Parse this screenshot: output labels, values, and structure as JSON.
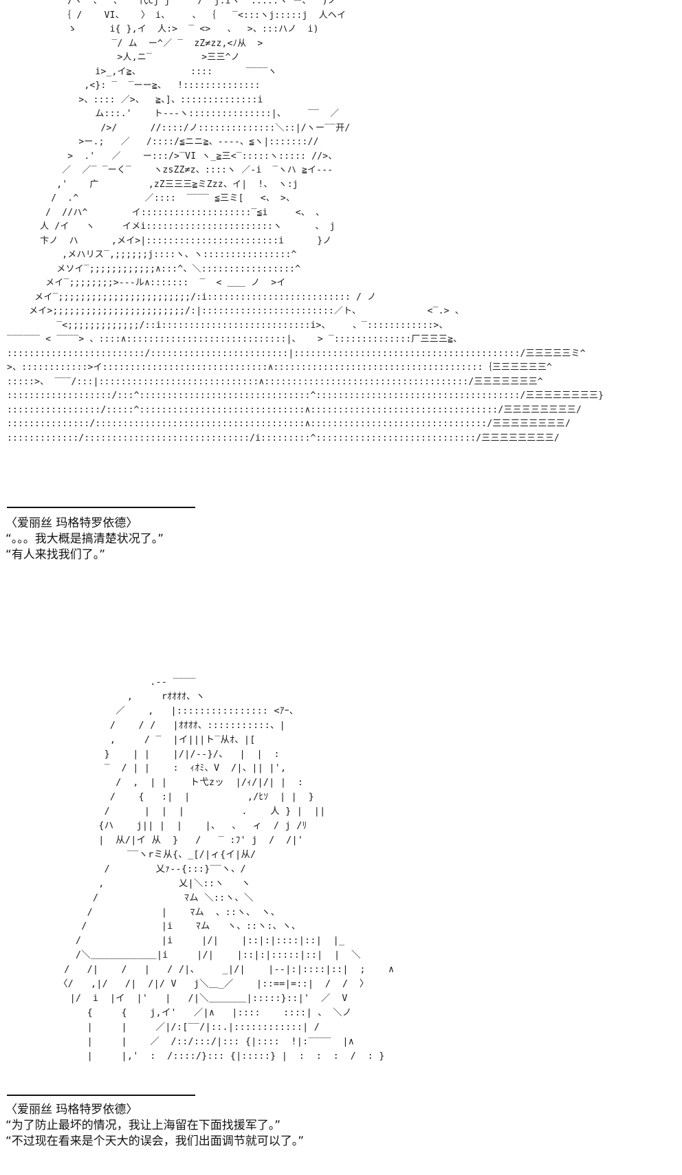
{
  "scene_1": {
    "ascii_art": [
      "           /ヽ  、  、   代cj j     /  j:iヽ ^:::::ヽ‾ー、  )ノ",
      "          ｛ /    VI、   〉 i、    、 ｛   ‾<:::ヽj:::::j  人ヘイ",
      "           ゝ      i{ },イ  人:>  ‾ <>   、  >、:::ハノ  i)",
      "                   ‾/ ム  ー^／ ‾  zZ≠zz,<ﾉ从  >",
      "                    >人,ニ‾         >三三^ノ",
      "                i>_,イ≧、         ::::      ‾‾‾‾ヽ",
      "              ,<}: ‾  ‾ーー≧、  !::::::::::::::",
      "             >、:::: ／>、  ≧、]、::::::::::::::i",
      "                ム:::.'    ト‐‐‐ヽ:::::::::::::::|、    ‾‾  ／",
      "                 />/      //::::/ノ::::::::::::::＼::|/ヽー‾‾开/",
      "             >ー.;   ／   /::::/≦ニニ≧、-‐‐‐、≦ヽ|::::::://",
      "           >  .'   ／    ー:::/>‾VI ヽ_≧三<‾:::::ヽ::::: //>、",
      "          ／  ／‾ ‾ーく‾    ヽzsZZ≠z、::::ヽ ／‐i  ‾ヽハ ≧イ‐‐‐",
      "         ,'    广         ,zZ三三三≧ミZzz、イ|  !、 ヽ:j",
      "        /  .^            ／::::  ‾‾‾‾ ≦三ミ[   <、 >、",
      "       /  //ハ^        イ::::::::::::::::::::‾≦i     <、 、",
      "      人 /イ   ヽ     イメi:::::::::::::::::::::::ヽ      、 j",
      "      卞ノ  ハ      ,メイ>|::::::::::::::::::::::::i      }ノ",
      "          ,メハリス‾,;;;;;;j::::ヽ、ヽ::::::::::::::::^",
      "         メソイ‾;;;;;;;;;;;;∧:::^、＼:::::::::::::::::^",
      "       メイ‾;;;;;;;;>‐‐‐ル∧:::::::  ‾  < ＿＿ ノ  >イ",
      "     メイ‾;;;;;;;;;;;;;;;;;;;;;;;;/:i:::::::::::::::::::::::::: / ノ",
      "    メイ>;;;;;;;;;;;;;;;;;;;;;;;;/:|::::::::::::::::::::::::／ト、            <‾.> 、",
      "         ‾<;;;;;;;;;;;;;/::i:::::::::::::::::::::::::::i>、    、‾::::::::::::>、",
      "‾‾‾‾‾‾ < ‾‾‾‾> 、::::∧:::::::::::::::::::::::::::::|、   > ‾::::::::::::::厂三三三≧、",
      ":::::::::::::::::::::::::/:::::::::::::::::::::::::|:::::::::::::::::::::::::::::::::::::::::/三三三三三ミ^",
      ">、::::::::::::>イ::::::::::::::::::::::::::::::∧::::::::::::::::::::::::::::::::::::::｛三三三三三三^",
      ":::::>、 ‾‾‾/:::|:::::::::::::::::::::::::::::∧:::::::::::::::::::::::::::::::::::::/三三三三三三三^",
      ":::::::::::::::::::/:::^:::::::::::::::::::::::::::::::^:::::::::::::::::::::::::::::::::::::/三三三三三三三三}",
      ":::::::::::::::::/:::::^::::::::::::::::::::::::::::::∧::::::::::::::::::::::::::::::::::/三三三三三三三三/",
      ":::::::::::::::/::::::::::::::::::::::::::::::::::::::∧::::::::::::::::::::::::::::::::/三三三三三三三三/",
      ":::::::::::::/::::::::::::::::::::::::::::::/i:::::::::^:::::::::::::::::::::::::::::/三三三三三三三三/"
    ],
    "speaker": "〈爱丽丝 玛格特罗依德〉",
    "lines": [
      "“。。。我大概是搞清楚状况了。”",
      "“有人来找我们了。”"
    ]
  },
  "scene_2": {
    "ascii_art": [
      "                         .‐‐ ‾‾‾‾",
      "                     ,     rｵｵｵｵ、ヽ",
      "                   ／    ,   |:::::::::::::::: <ｱｰ、",
      "                  /    / /   |ｵｵｵｵ、:::::::::::、|",
      "                  ,     / ‾  |イ|||ト‾从ｵ、|[",
      "                 }    | |    |/|/‐‐}/、  |  |  :",
      "                 ‾  / | |    :  ｨｵﾐ、V  /|、|| |',",
      "                   /  ,  | |    ト弋zッ  |/ｨ/|/| |  :",
      "                  /    {   :|  |          ,/ﾋｿ  | |  }",
      "                 /      |  |  |          .    人 } |  ||",
      "                {ハ    j|| |  |    |、  、  ィ  / j /ﾘ",
      "                |  从/|イ 从  }   /   ‾ :ﾌ' j  /  /|'",
      "                     ‾‾ヽrミ从{、_[/|ィ{イ|从/",
      "                 /        乂ｧ‐‐{:::}‾‾ヽ、/",
      "                ,             乂|＼::ヽ   ヽ",
      "               /               ﾏム ＼::ヽ、＼",
      "              /            |    ﾏム  、::ヽ、 ヽ、",
      "             /             |i    ﾏム   ヽ、::ヽ:、ヽ、",
      "            /              |i     |/|    |::|:|::::|::|  |_",
      "            /＼＿＿＿＿＿＿＿|i     |/|    |::|:|:::::|::|  |  ＼",
      "          /   /|    /   |   / /|、    _|/|    |‐‐|:|::::|::|  ;    ∧",
      "         〈/   ,|/   /|  /|/ V   j＼＿_／    |::==|=::|  /  /  〉",
      "           |/  i  |イ  |'   |   /|＼＿＿＿＿|:::::}::|'  ／  V",
      "              {     {    j,イ'   ／|∧   |::::    ::::| 、 ＼ノ",
      "              |     |     ／|/:[‾‾/|::.|::::::::::::| /",
      "              |     |    ／  /::/:::/|::: {|::::  !|:‾‾‾‾  |∧",
      "              |     |,'  :  /::::/}::: {|:::::} |  :  :  :  /  : }"
    ],
    "speaker": "〈爱丽丝 玛格特罗依德〉",
    "lines": [
      "“为了防止最坏的情况，我让上海留在下面找援军了。”",
      "“不过现在看来是个天大的误会，我们出面调节就可以了。”"
    ]
  }
}
